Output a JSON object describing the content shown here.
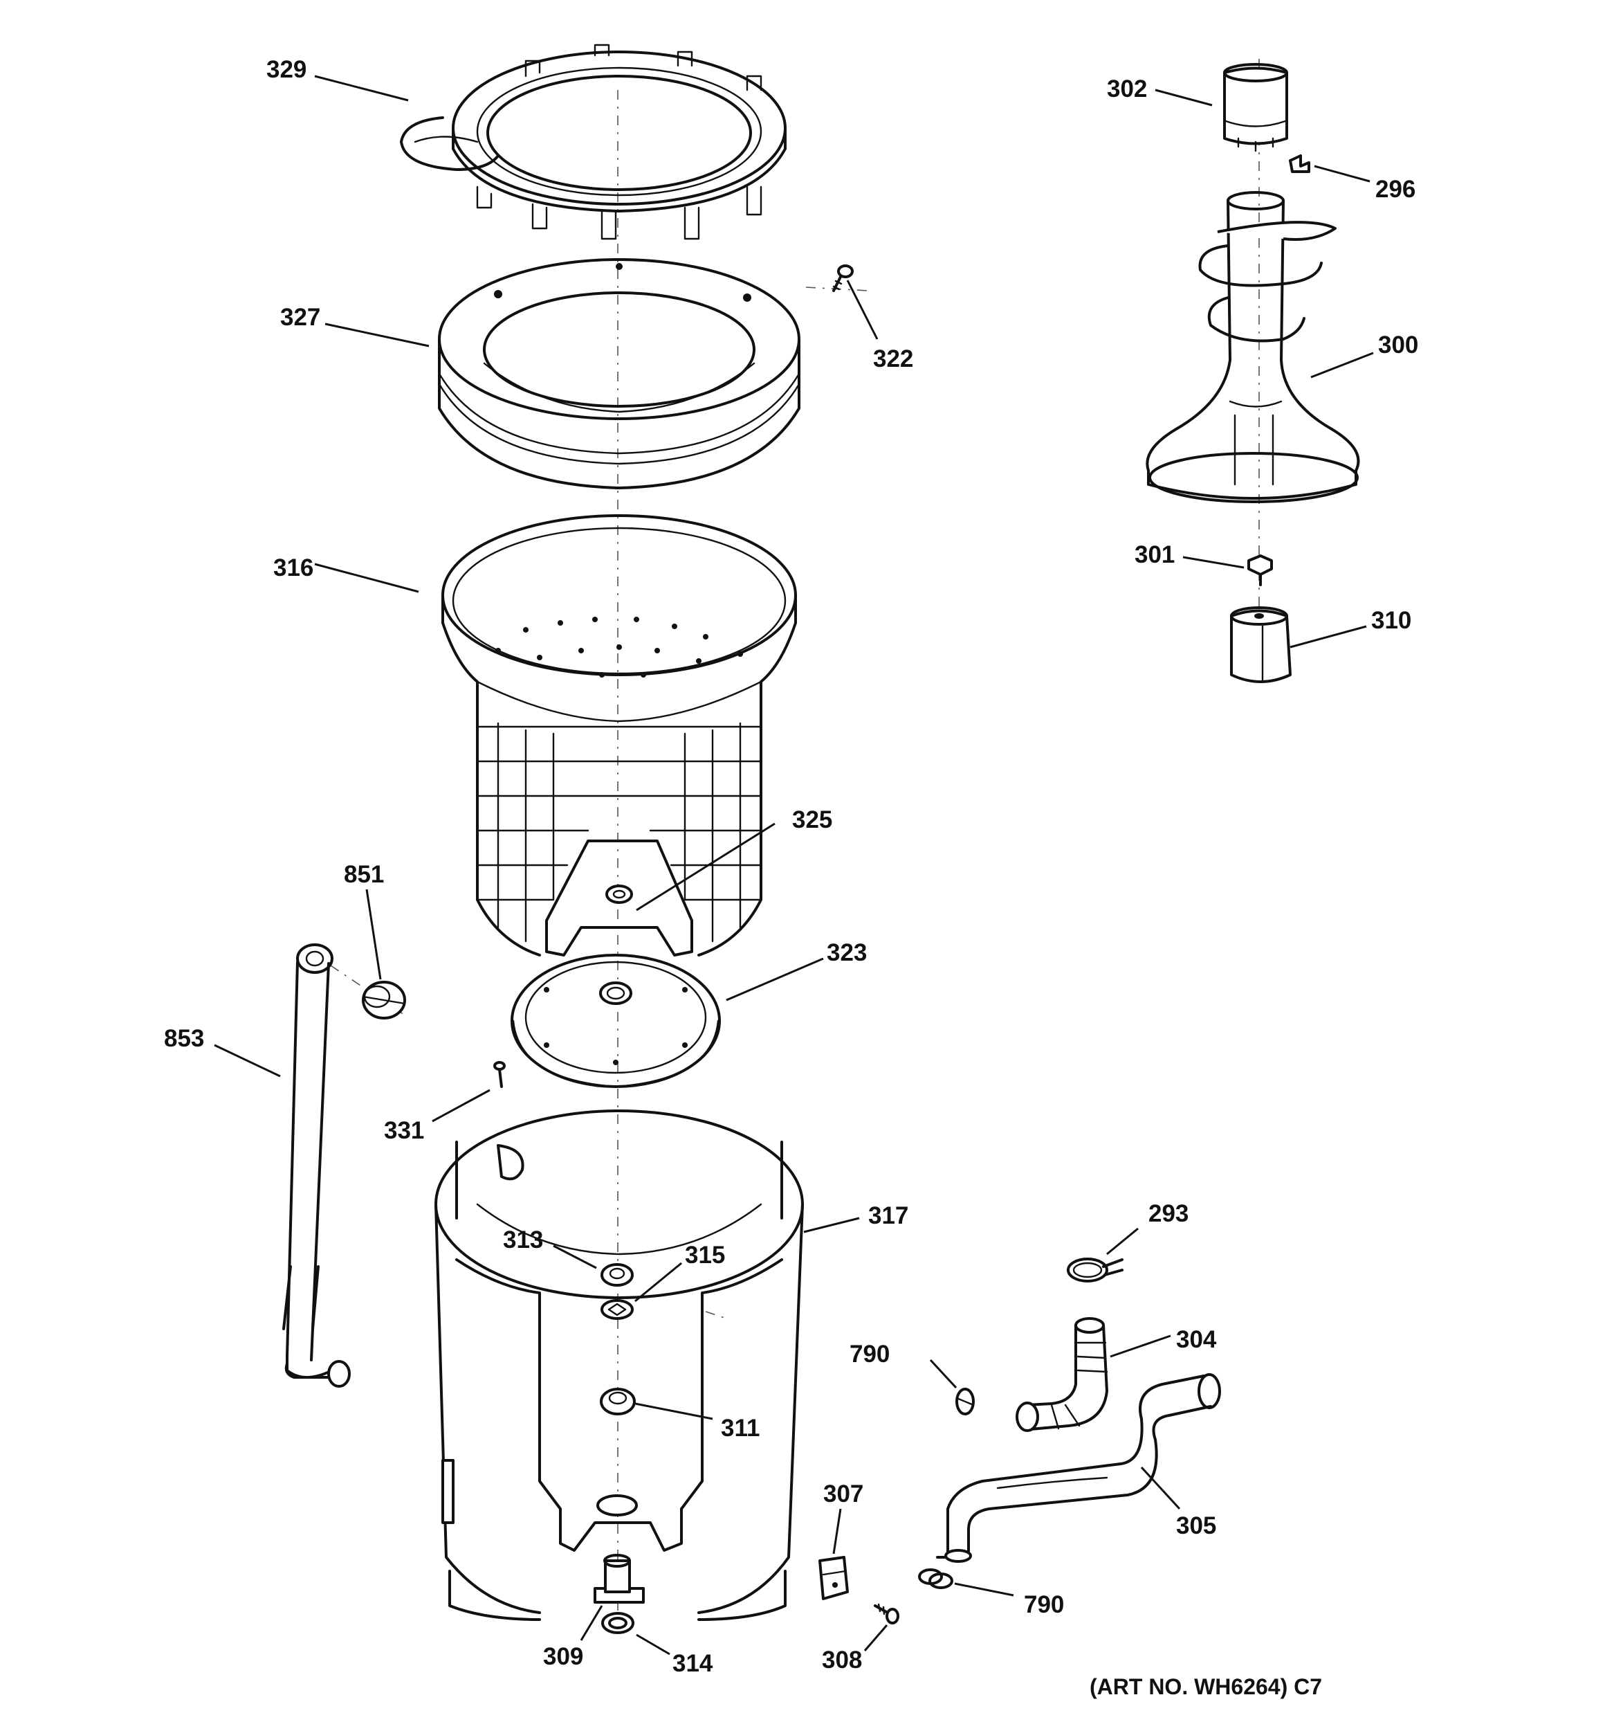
{
  "diagram": {
    "art_note": "(ART NO. WH6264) C7",
    "labels": {
      "p329": "329",
      "p327": "327",
      "p322": "322",
      "p316": "316",
      "p302": "302",
      "p296": "296",
      "p300": "300",
      "p301": "301",
      "p310": "310",
      "p325": "325",
      "p851": "851",
      "p853": "853",
      "p323": "323",
      "p331": "331",
      "p317": "317",
      "p313": "313",
      "p315": "315",
      "p293": "293",
      "p790a": "790",
      "p304": "304",
      "p311": "311",
      "p307": "307",
      "p305": "305",
      "p790b": "790",
      "p309": "309",
      "p314": "314",
      "p308": "308"
    }
  }
}
